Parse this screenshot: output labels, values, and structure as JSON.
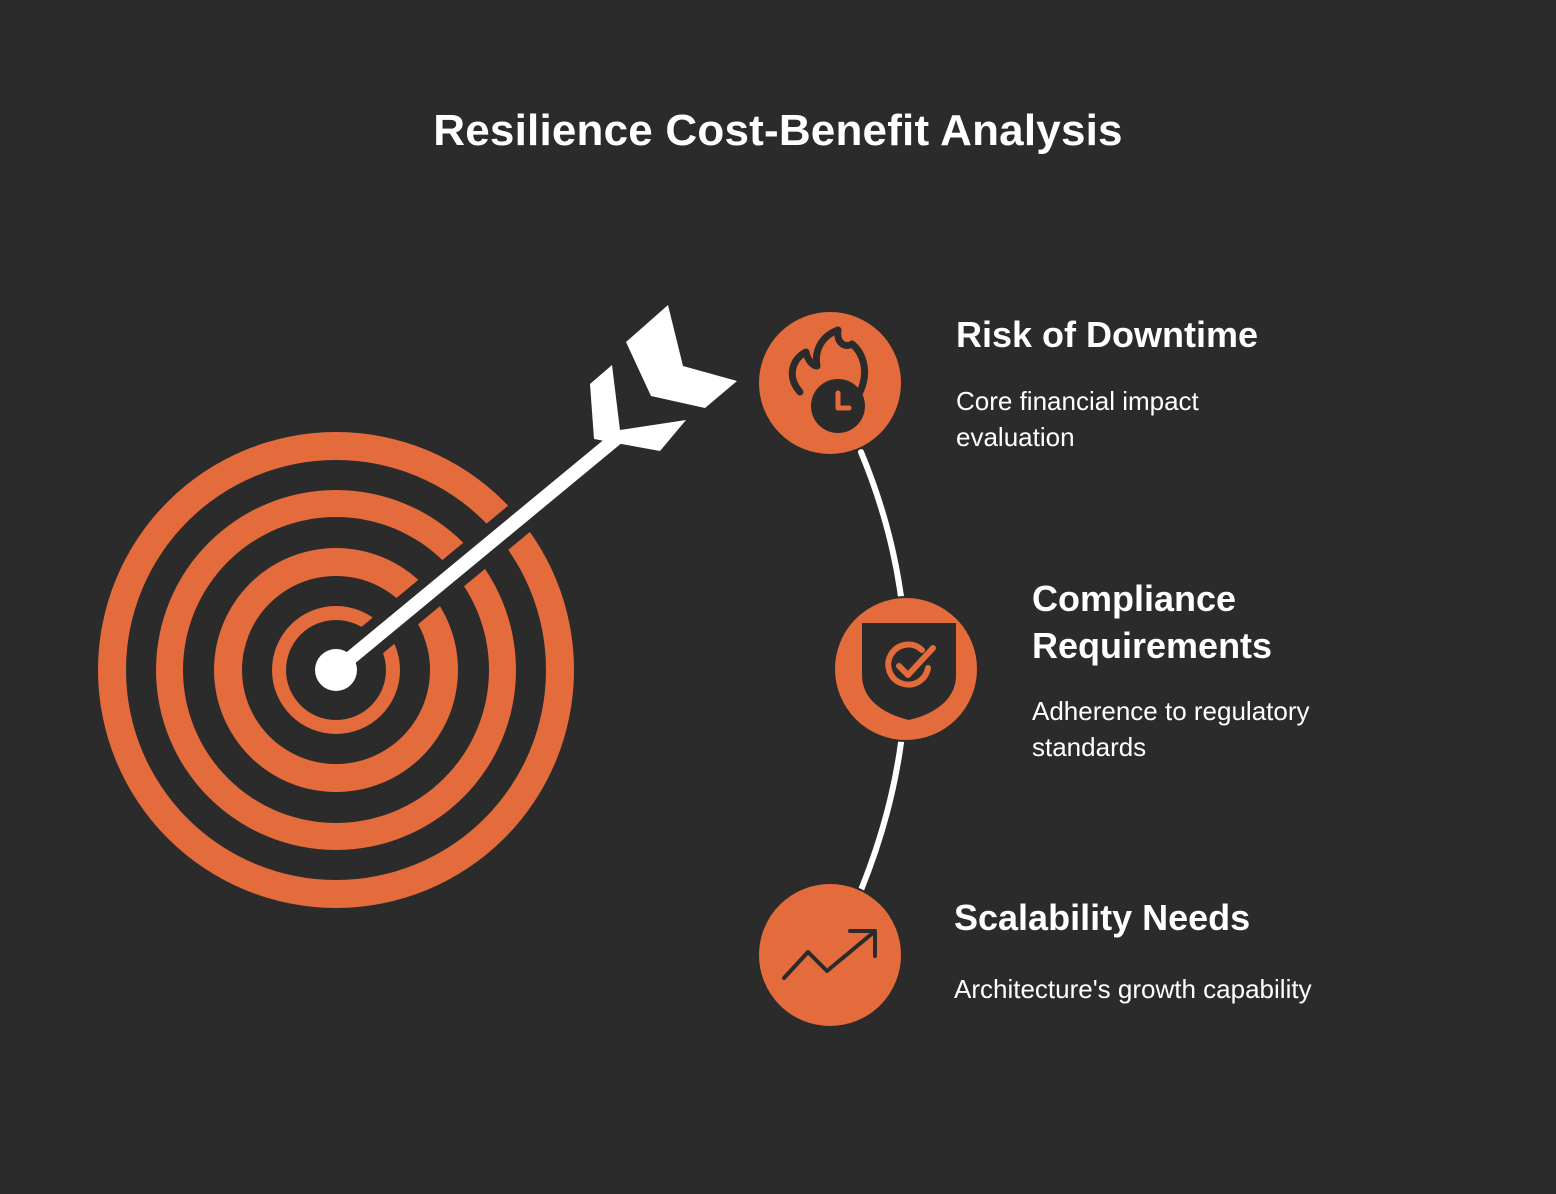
{
  "title": "Resilience Cost-Benefit Analysis",
  "colors": {
    "background": "#2b2b2b",
    "accent": "#e36b3c",
    "foreground": "#ffffff",
    "icon_dark": "#2b2b2b"
  },
  "items": [
    {
      "title": "Risk of Downtime",
      "description": "Core financial impact evaluation",
      "icon": "fire-clock-icon"
    },
    {
      "title": "Compliance Requirements",
      "description": "Adherence to regulatory standards",
      "icon": "shield-check-icon"
    },
    {
      "title": "Scalability Needs",
      "description": "Architecture's growth capability",
      "icon": "trending-up-icon"
    }
  ]
}
